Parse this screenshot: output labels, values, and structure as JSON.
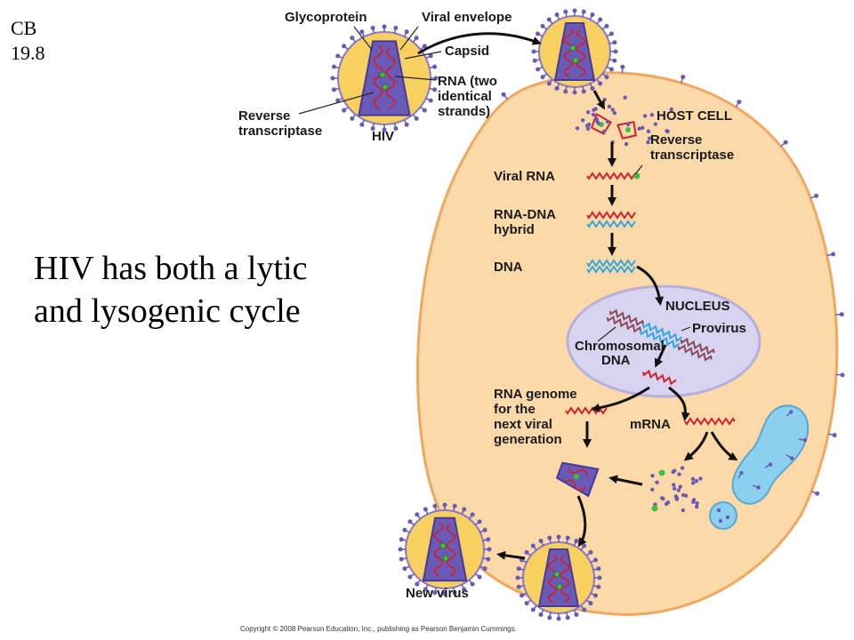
{
  "slide": {
    "cb_line1": "CB",
    "cb_line2": "19.8",
    "caption_line1": "HIV has both a lytic",
    "caption_line2": "and lysogenic cycle"
  },
  "labels": {
    "glycoprotein": "Glycoprotein",
    "viral_envelope": "Viral envelope",
    "capsid": "Capsid",
    "rna_line1": "RNA (two",
    "rna_line2": "identical",
    "rna_line3": "strands)",
    "rt_line1": "Reverse",
    "rt_line2": "transcriptase",
    "hiv": "HIV",
    "host_cell": "HOST CELL",
    "rt2_line1": "Reverse",
    "rt2_line2": "transcriptase",
    "viral_rna": "Viral RNA",
    "hybrid_line1": "RNA-DNA",
    "hybrid_line2": "hybrid",
    "dna": "DNA",
    "nucleus": "NUCLEUS",
    "provirus": "Provirus",
    "chromo_line1": "Chromosomal",
    "chromo_line2": "DNA",
    "genome_line1": "RNA genome",
    "genome_line2": "for the",
    "genome_line3": "next viral",
    "genome_line4": "generation",
    "mrna": "mRNA",
    "new_virus": "New virus"
  },
  "copyright": "Copyright © 2008 Pearson Education, Inc., publishing as Pearson Benjamin Cummings.",
  "colors": {
    "cell_fill": "#fcd9a8",
    "cell_stroke": "#f0a860",
    "virion_purple": "#6a5ab8",
    "envelope_yellow": "#f8d060",
    "rna_red": "#d0202c",
    "dna_blue": "#30a8e0",
    "nucleus_fill": "#d8d4f0",
    "vesicle_blue": "#8cd0f0",
    "protein_green": "#40c040"
  }
}
